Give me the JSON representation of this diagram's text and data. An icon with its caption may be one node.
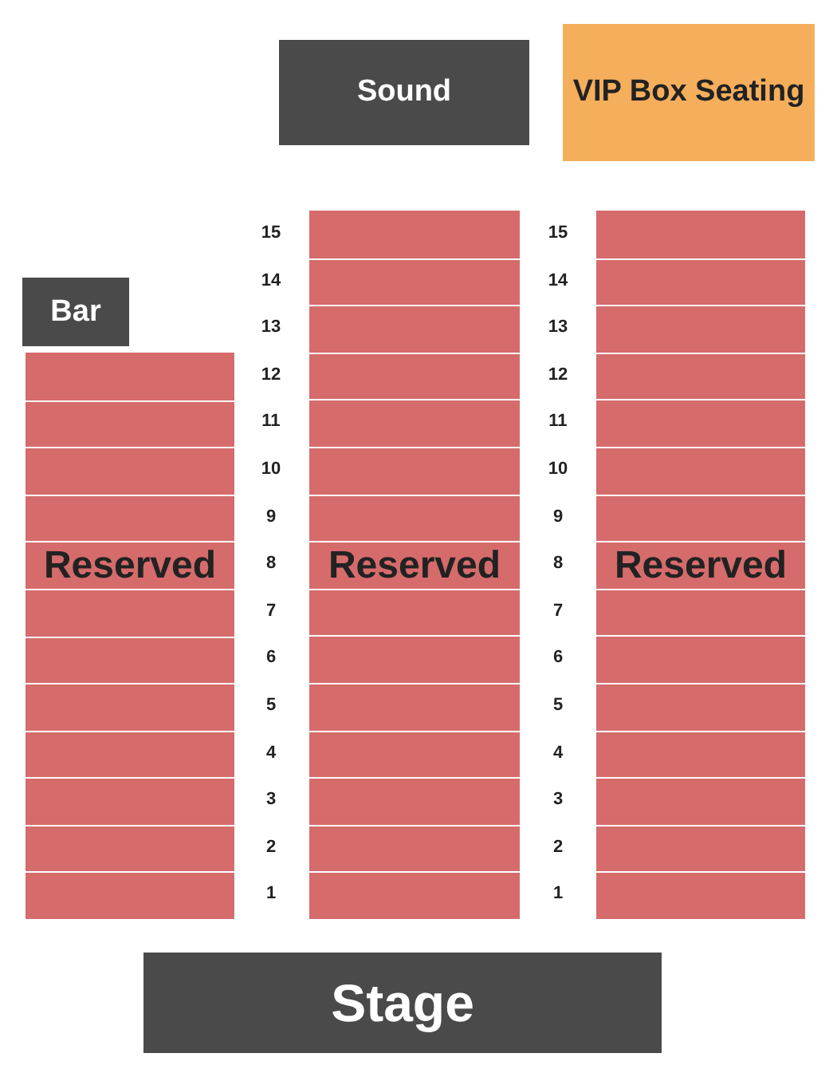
{
  "diagram": {
    "nodes": [
      {
        "text": [
          "Sound"
        ]
      },
      {
        "text": [
          "VIP Box Seating"
        ]
      },
      {
        "text": [
          "Bar"
        ]
      },
      {
        "text": [
          "Reserved"
        ]
      },
      {
        "text": [
          "Reserved"
        ]
      },
      {
        "text": [
          "Reserved"
        ]
      },
      {
        "text": [
          "Stage"
        ]
      }
    ],
    "labels": [
      "15",
      "15",
      "14",
      "14",
      "13",
      "13",
      "12",
      "12",
      "11",
      "11",
      "10",
      "10",
      "9",
      "9",
      "8",
      "8",
      "7",
      "7",
      "6",
      "6",
      "5",
      "5",
      "4",
      "4",
      "3",
      "3",
      "2",
      "2",
      "1",
      "1"
    ]
  }
}
